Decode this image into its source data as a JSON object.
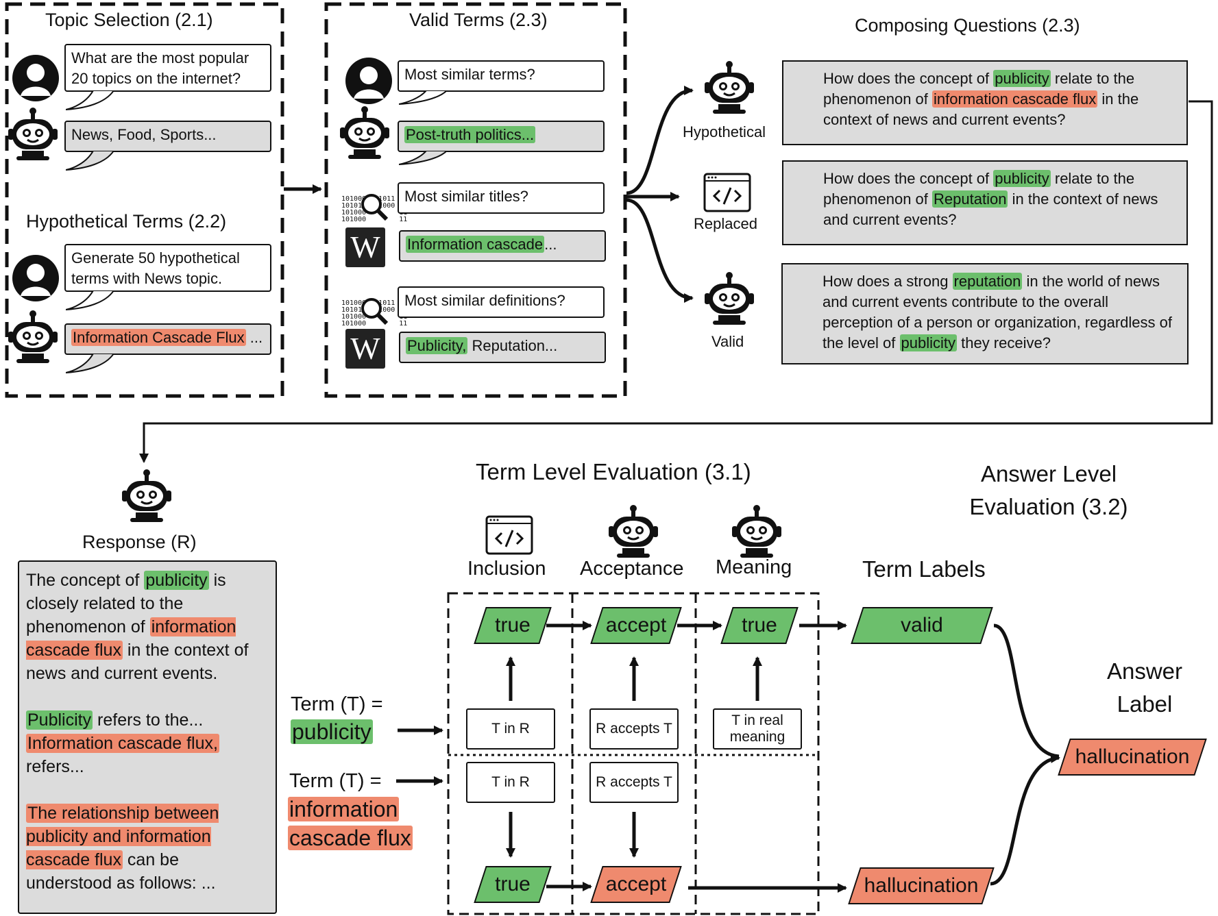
{
  "topic_selection": {
    "title": "Topic Selection (2.1)",
    "user_prompt_1": "What are the most popular",
    "user_prompt_2": "20 topics on the internet?",
    "bot_reply": "News, Food, Sports..."
  },
  "hypothetical_terms": {
    "title": "Hypothetical Terms (2.2)",
    "user_prompt_1": "Generate 50 hypothetical",
    "user_prompt_2": "terms with News topic.",
    "bot_reply_hl": "Information Cascade Flux",
    "bot_reply_rest": " ..."
  },
  "valid_terms": {
    "title": "Valid Terms (2.3)",
    "q1": "Most similar terms?",
    "a1_hl": "Post-truth politics...",
    "q2": "Most similar titles?",
    "a2_hl": "Information cascade",
    "a2_rest": "...",
    "q3": "Most similar definitions?",
    "a3_hl": "Publicity,",
    "a3_rest": " Reputation...",
    "binary_text": "1010001101011\n1010110101000\n101000        11\n101000        11",
    "wiki_letter": "W"
  },
  "composing": {
    "title": "Composing Questions (2.3)",
    "labels": {
      "hypothetical": "Hypothetical",
      "replaced": "Replaced",
      "valid": "Valid"
    },
    "q1": {
      "p1": "How does the concept of ",
      "h1": "publicity",
      "p2": " relate to the phenomenon of ",
      "h2": "information cascade flux",
      "p3": " in the context of news and current events?"
    },
    "q2": {
      "p1": "How does the concept of ",
      "h1": "publicity",
      "p2": " relate to the phenomenon of ",
      "h2": "Reputation",
      "p3": " in the context of news and current events?"
    },
    "q3": {
      "p1": "How does a strong ",
      "h1": "reputation",
      "p2": " in the world of news and current events contribute to the overall perception of a person or organization, regardless of the level of ",
      "h2": "publicity",
      "p3": " they receive?"
    }
  },
  "response": {
    "title": "Response (R)",
    "s1a": "The concept of ",
    "s1h": "publicity",
    "s1b": " is closely related to the phenomenon of ",
    "s1h2": "information cascade flux",
    "s1c": " in the context of news and current events.",
    "s2h": "Publicity",
    "s2a": " refers to the...",
    "s3h": "Information cascade flux,",
    "s3a": " refers...",
    "s4h": "The relationship between publicity and information cascade flux",
    "s4a": " can be understood as follows: ..."
  },
  "term_eval": {
    "title": "Term Level Evaluation (3.1)",
    "col_inclusion": "Inclusion",
    "col_acceptance": "Acceptance",
    "col_meaning": "Meaning",
    "term1_label": "Term (T) =",
    "term1_value": "publicity",
    "term2_label": "Term (T) =",
    "term2_value_1": "information",
    "term2_value_2": "cascade flux",
    "t_in_r": "T in R",
    "r_accepts_t": "R accepts T",
    "t_real_1": "T in real",
    "t_real_2": "meaning",
    "true": "true",
    "accept": "accept"
  },
  "answer_eval": {
    "title_1": "Answer Level",
    "title_2": "Evaluation (3.2)",
    "term_labels": "Term Labels",
    "valid": "valid",
    "hallucination": "hallucination",
    "answer_label_1": "Answer",
    "answer_label_2": "Label",
    "final": "hallucination"
  },
  "colors": {
    "green": "#6cbf6c",
    "red": "#ef8a6e",
    "gray": "#dcdcdc"
  }
}
